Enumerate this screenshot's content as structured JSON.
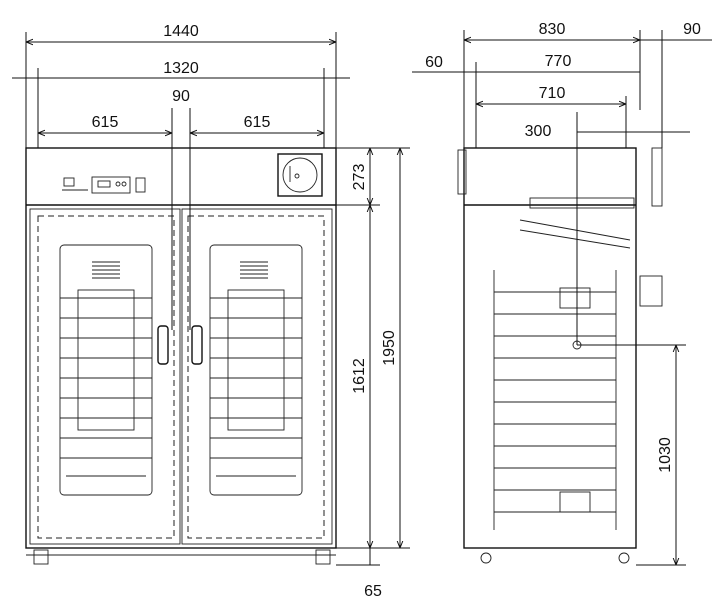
{
  "front_view": {
    "width_overall": "1440",
    "width_inner": "1320",
    "center_gap": "90",
    "door_left": "615",
    "door_right": "615",
    "top_section": "273",
    "door_height": "1612",
    "total_height": "1950",
    "floor_gap": "65"
  },
  "side_view": {
    "depth_overall": "830",
    "handle_projection": "90",
    "rear_offset": "60",
    "depth_body": "770",
    "depth_inner": "710",
    "recorder_offset": "300",
    "center_height": "1030"
  }
}
